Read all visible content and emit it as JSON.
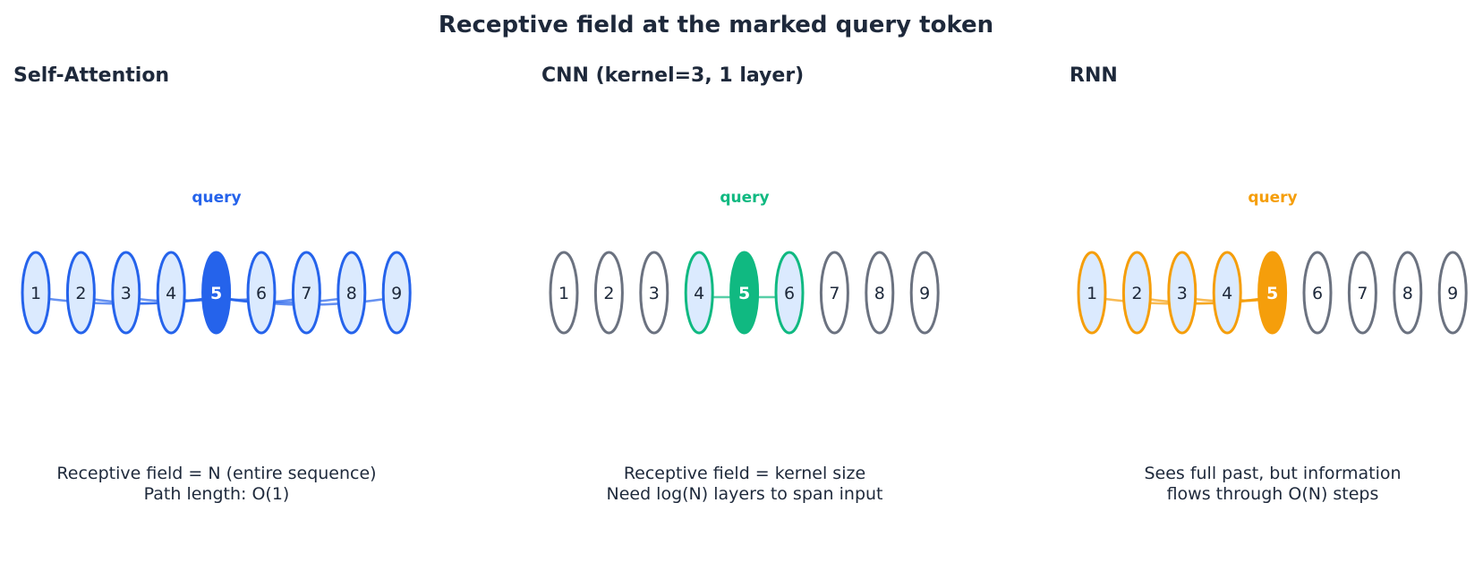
{
  "title": "Receptive field at the marked query token",
  "query_label": "query",
  "tokens": [
    "1",
    "2",
    "3",
    "4",
    "5",
    "6",
    "7",
    "8",
    "9"
  ],
  "query_index": 4,
  "colors": {
    "text": "#1e293b",
    "inactive_border": "#6b7280",
    "active_fill": "#dbeafe"
  },
  "panels": [
    {
      "id": "self-attention",
      "title": "Self-Attention",
      "color": "#2563eb",
      "active": [
        0,
        1,
        2,
        3,
        5,
        6,
        7,
        8
      ],
      "caption": [
        "Receptive field = N (entire sequence)",
        "Path length: O(1)"
      ]
    },
    {
      "id": "cnn",
      "title": "CNN (kernel=3, 1 layer)",
      "color": "#10b981",
      "active": [
        3,
        5
      ],
      "caption": [
        "Receptive field = kernel size",
        "Need log(N) layers to span input"
      ]
    },
    {
      "id": "rnn",
      "title": "RNN",
      "color": "#f59e0b",
      "active": [
        0,
        1,
        2,
        3
      ],
      "caption": [
        "Sees full past, but information",
        "flows through O(N) steps"
      ]
    }
  ]
}
